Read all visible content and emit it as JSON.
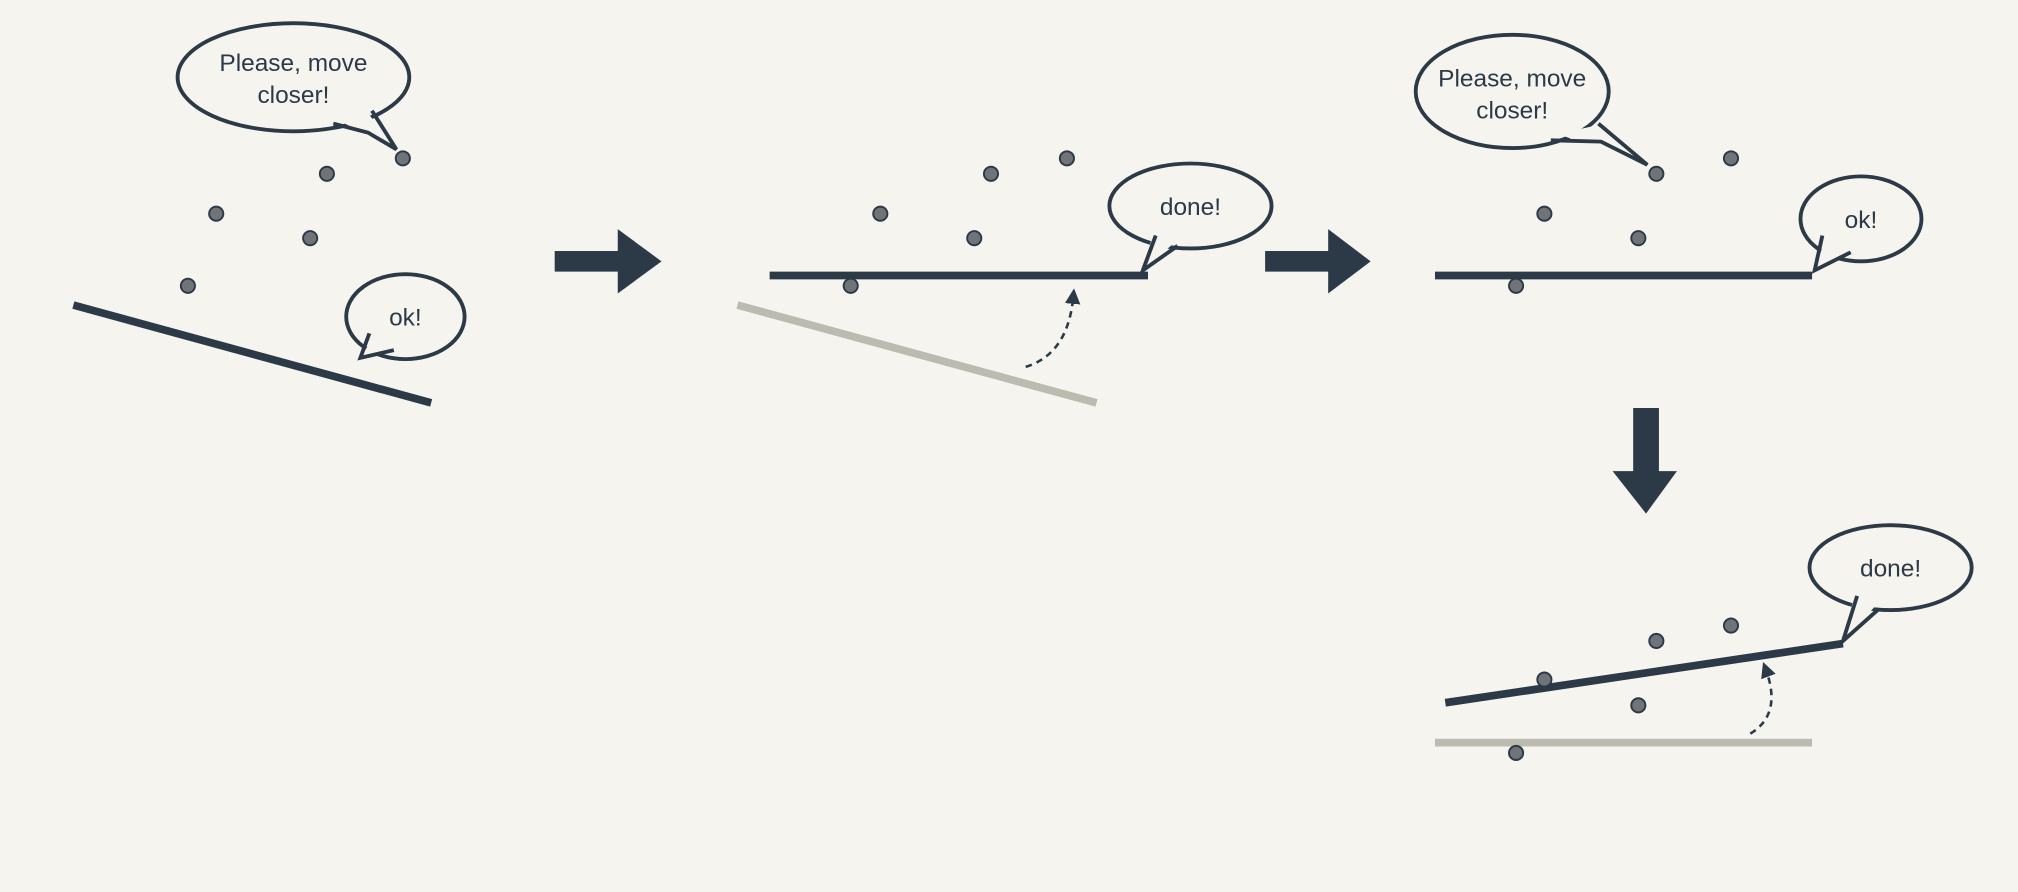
{
  "panels": [
    {
      "bubbles": [
        {
          "text_lines": [
            "Please, move",
            "closer!"
          ]
        },
        {
          "text_lines": [
            "ok!"
          ]
        }
      ]
    },
    {
      "bubbles": [
        {
          "text_lines": [
            "done!"
          ]
        }
      ]
    },
    {
      "bubbles": [
        {
          "text_lines": [
            "Please, move",
            "closer!"
          ]
        },
        {
          "text_lines": [
            "ok!"
          ]
        }
      ]
    },
    {
      "bubbles": [
        {
          "text_lines": [
            "done!"
          ]
        }
      ]
    }
  ],
  "colors": {
    "background": "#f5f4ef",
    "line": "#2c3a47",
    "previous_line": "#bdbbb0",
    "point": "#707479"
  }
}
